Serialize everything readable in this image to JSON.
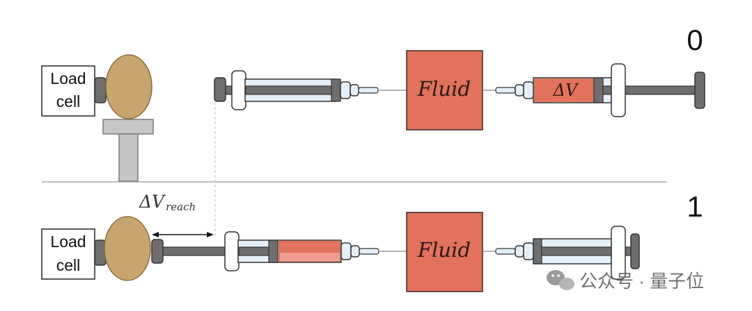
{
  "panels": [
    {
      "label": "0",
      "load_cell_label": [
        "Load",
        "cell"
      ],
      "fluid_label": "Fluid",
      "syringe_label": "ΔV"
    },
    {
      "label": "1",
      "load_cell_label": [
        "Load",
        "cell"
      ],
      "fluid_label": "Fluid"
    }
  ],
  "reach": {
    "symbol": "ΔV",
    "subscript": "reach"
  },
  "watermark": {
    "text": "公众号 · 量子位"
  },
  "colors": {
    "fluid": "#E2725B",
    "fluid_light": "#EE9D8E",
    "egg": "#C8A56E",
    "plunger": "#6E6E6E",
    "stand": "#C6C6C6",
    "barrel_fill": "#E5EFF7"
  }
}
